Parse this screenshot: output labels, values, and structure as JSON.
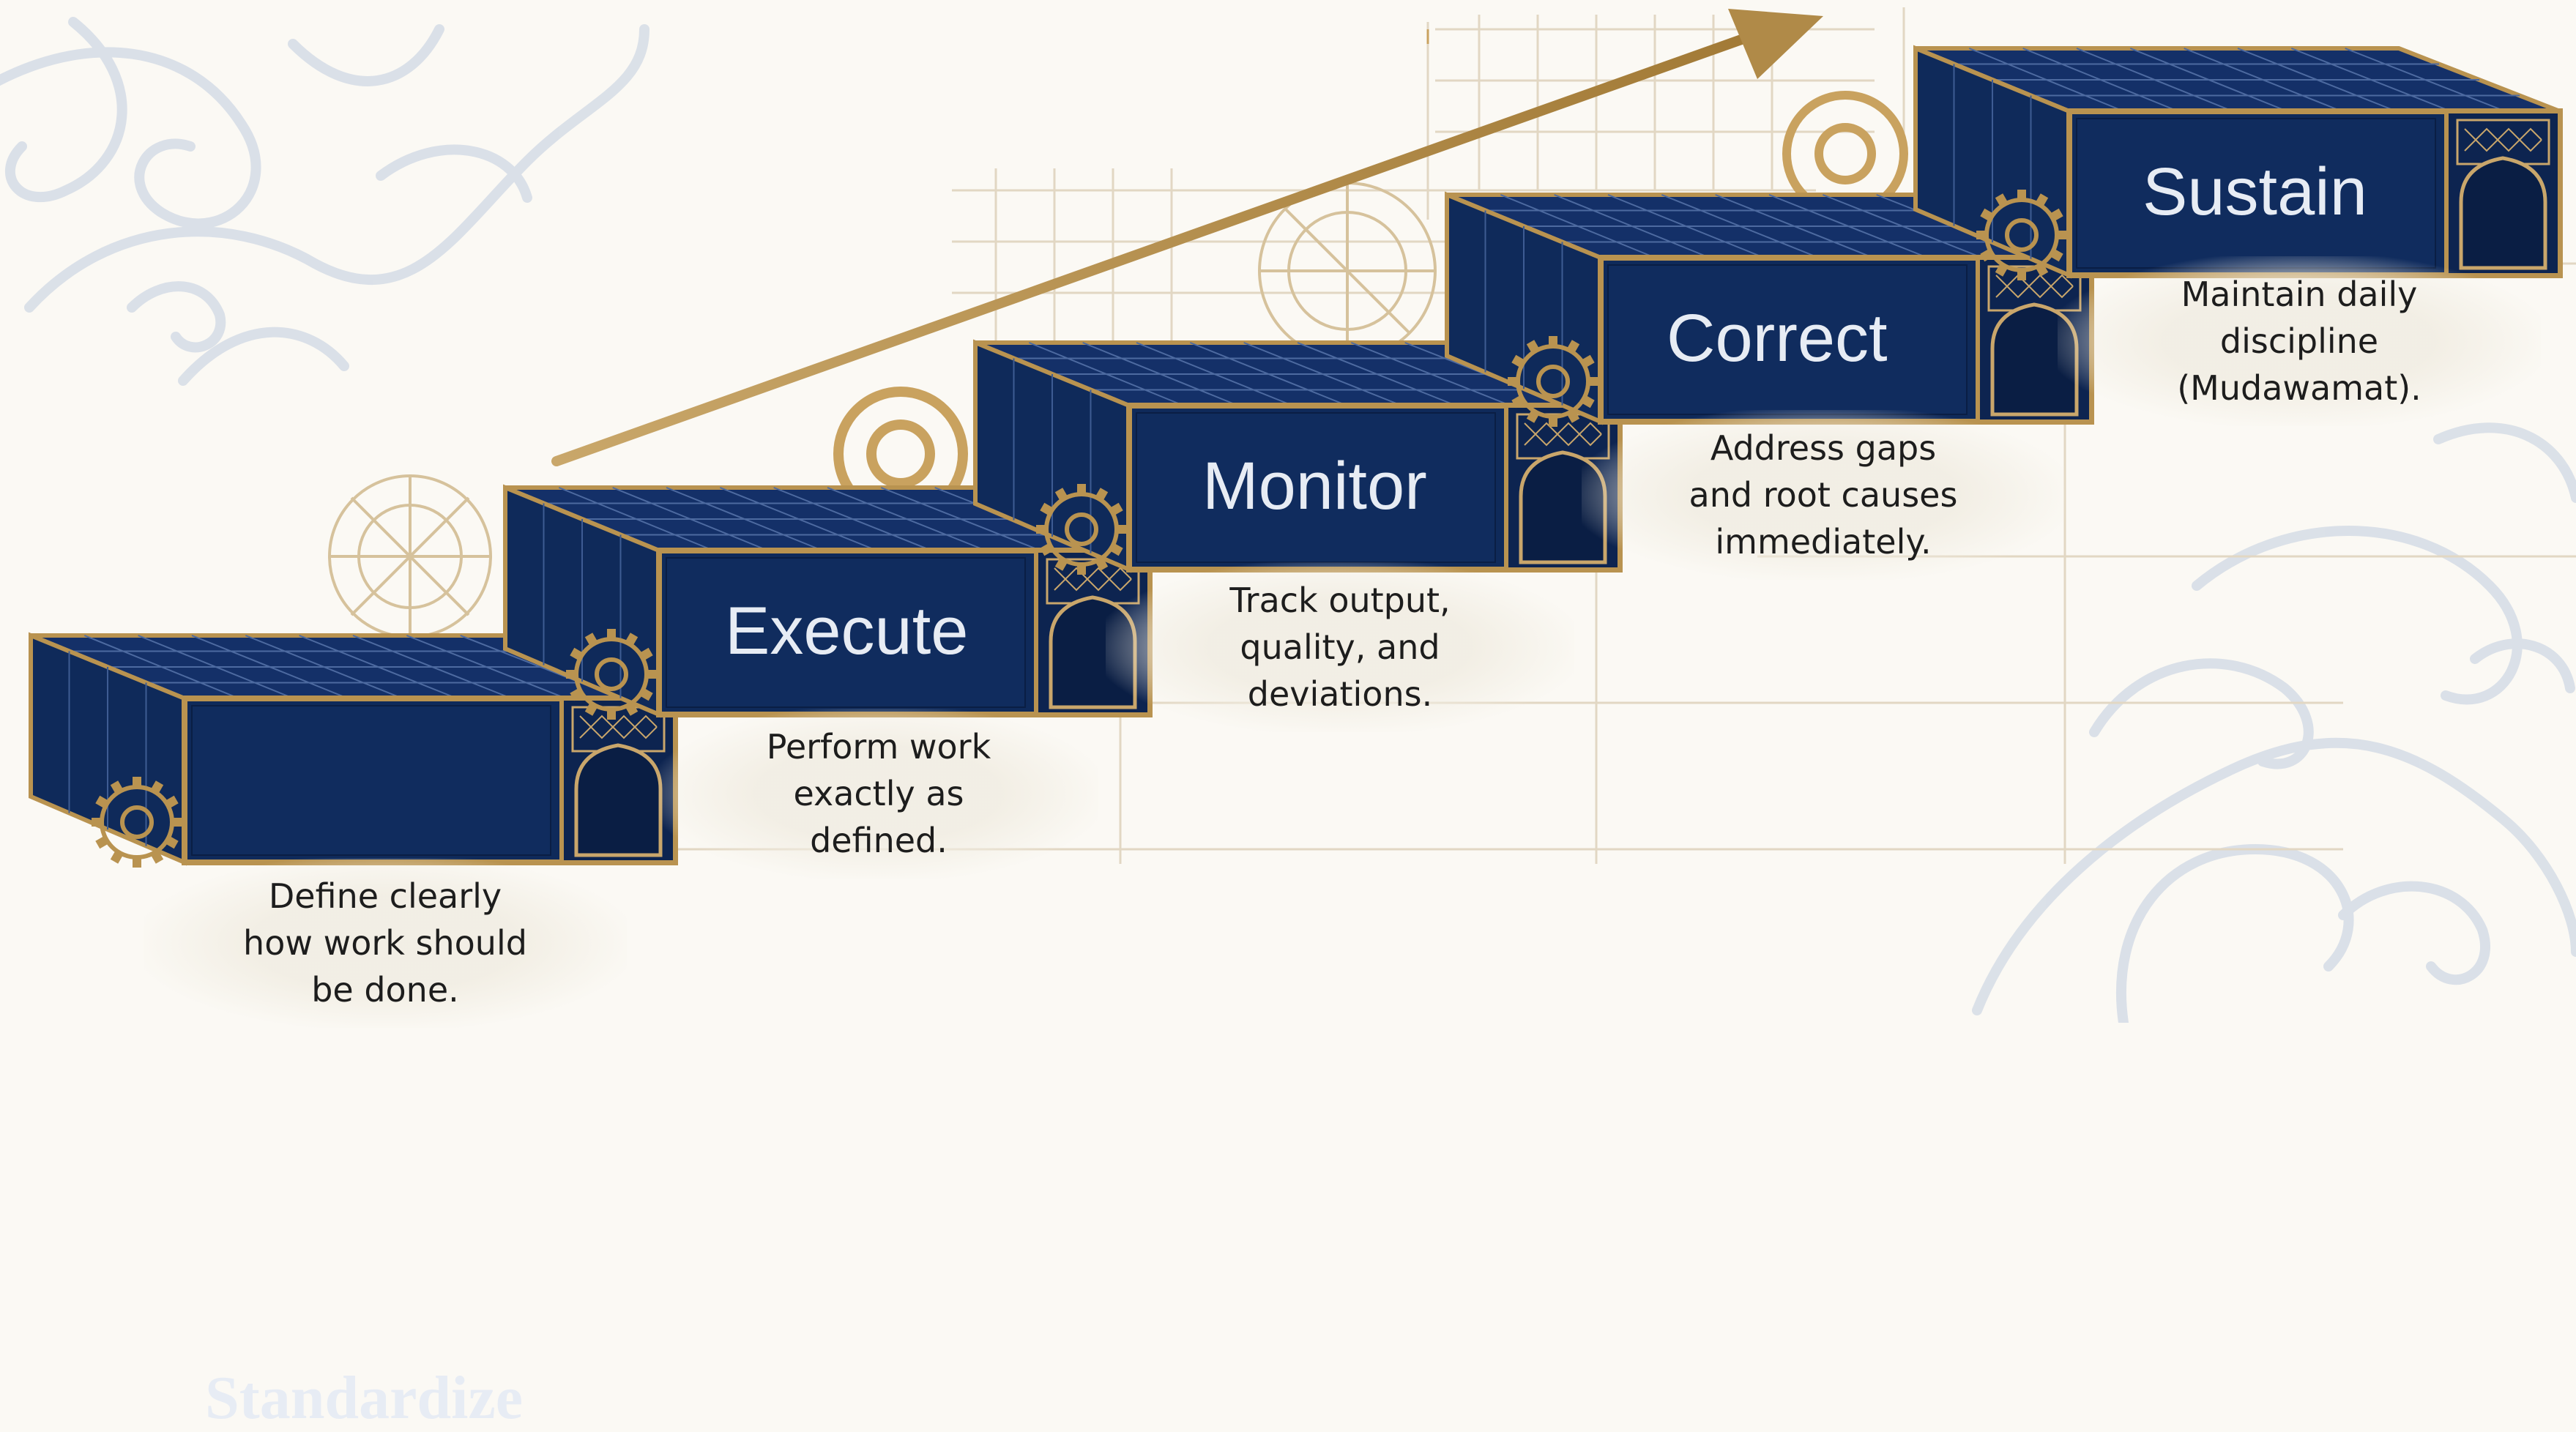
{
  "colors": {
    "navy": "#0f2a5a",
    "navy_dark": "#0a1e44",
    "gold": "#b99350",
    "gold_light": "#d8b878",
    "paper": "#fbf9f4",
    "ornament": "#dde3ea"
  },
  "steps": [
    {
      "label": "Standardize",
      "desc_lines": [
        "Define clearly",
        "how work should",
        "be done."
      ]
    },
    {
      "label": "Execute",
      "desc_lines": [
        "Perform work",
        "exactly as",
        "defined."
      ]
    },
    {
      "label": "Monitor",
      "desc_lines": [
        "Track output,",
        "quality, and",
        "deviations."
      ]
    },
    {
      "label": "Correct",
      "desc_lines": [
        "Address gaps",
        "and root causes",
        "immediately."
      ]
    },
    {
      "label": "Sustain",
      "desc_lines": [
        "Maintain daily",
        "discipline",
        "(Mudawamat)."
      ]
    }
  ],
  "icons": {
    "arrow": "growth-arrow-icon",
    "gear": "gear-icon",
    "arch": "arch-window-icon",
    "compass": "compass-icon",
    "ornament": "floral-ornament-icon"
  }
}
